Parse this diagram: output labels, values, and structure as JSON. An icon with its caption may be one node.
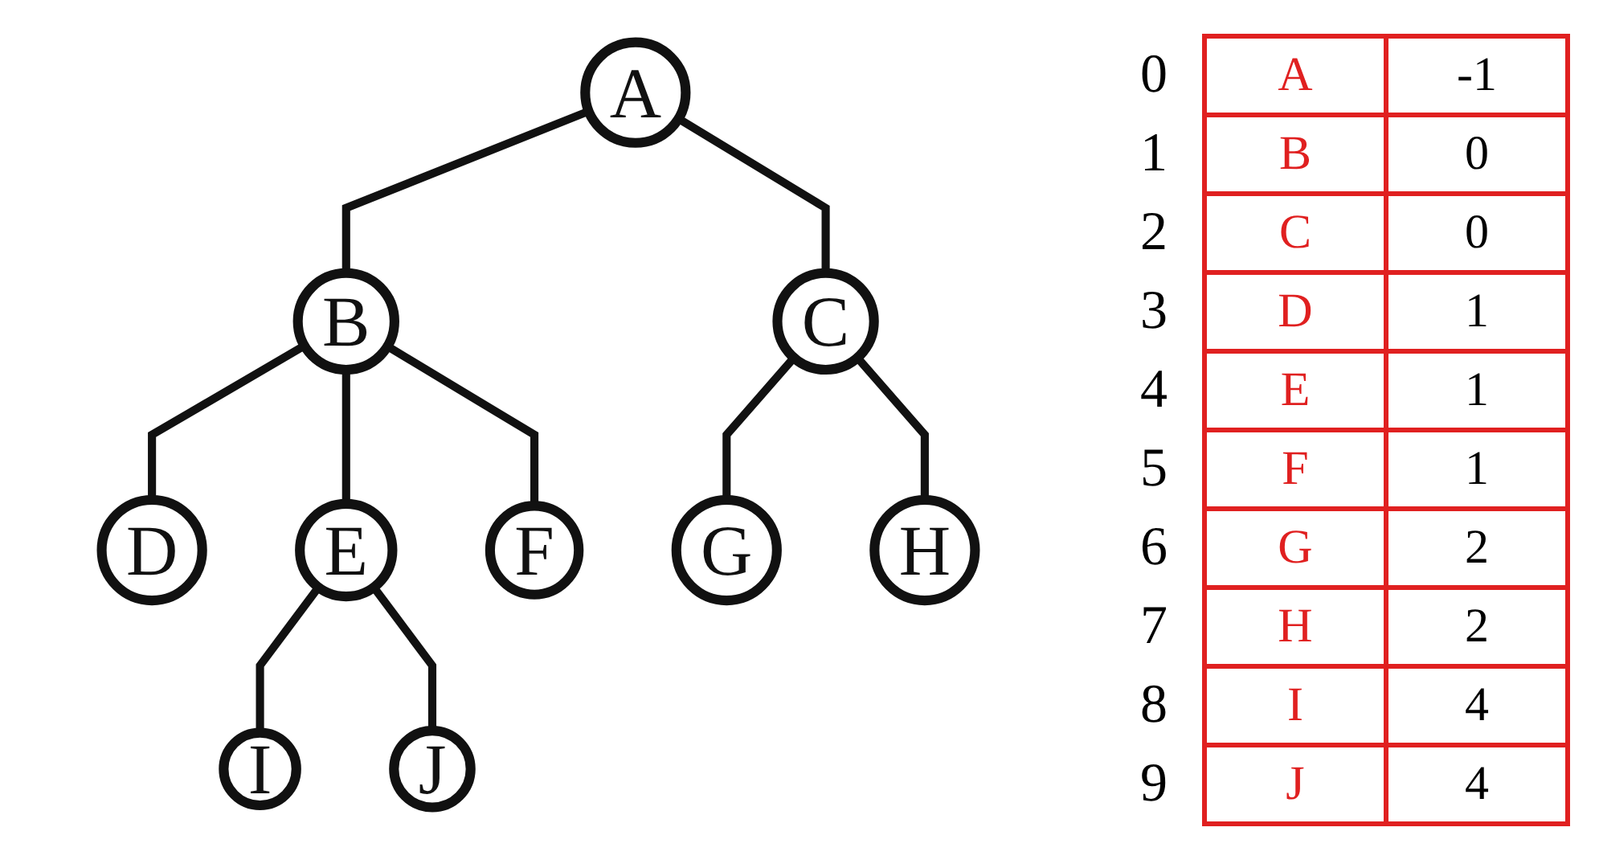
{
  "diagram": {
    "nodes": [
      {
        "text": [
          "A"
        ]
      },
      {
        "text": [
          "B"
        ]
      },
      {
        "text": [
          "C"
        ]
      },
      {
        "text": [
          "D"
        ]
      },
      {
        "text": [
          "E"
        ]
      },
      {
        "text": [
          "F"
        ]
      },
      {
        "text": [
          "G"
        ]
      },
      {
        "text": [
          "H"
        ]
      },
      {
        "text": [
          "I"
        ]
      },
      {
        "text": [
          "J"
        ]
      }
    ],
    "edges": [
      {
        "from": 0,
        "to": 1,
        "arrow": "none"
      },
      {
        "from": 0,
        "to": 2,
        "arrow": "none"
      },
      {
        "from": 1,
        "to": 3,
        "arrow": "none"
      },
      {
        "from": 1,
        "to": 4,
        "arrow": "none"
      },
      {
        "from": 1,
        "to": 5,
        "arrow": "none"
      },
      {
        "from": 2,
        "to": 6,
        "arrow": "none"
      },
      {
        "from": 2,
        "to": 7,
        "arrow": "none"
      },
      {
        "from": 4,
        "to": 8,
        "arrow": "none"
      },
      {
        "from": 4,
        "to": 9,
        "arrow": "none"
      }
    ],
    "labels": [
      "0",
      "A",
      "-1",
      "1",
      "B",
      "0",
      "2",
      "C",
      "0",
      "3",
      "D",
      "1",
      "4",
      "E",
      "1",
      "5",
      "F",
      "1",
      "6",
      "G",
      "2",
      "7",
      "H",
      "2",
      "8",
      "I",
      "4",
      "9",
      "J",
      "4"
    ]
  }
}
